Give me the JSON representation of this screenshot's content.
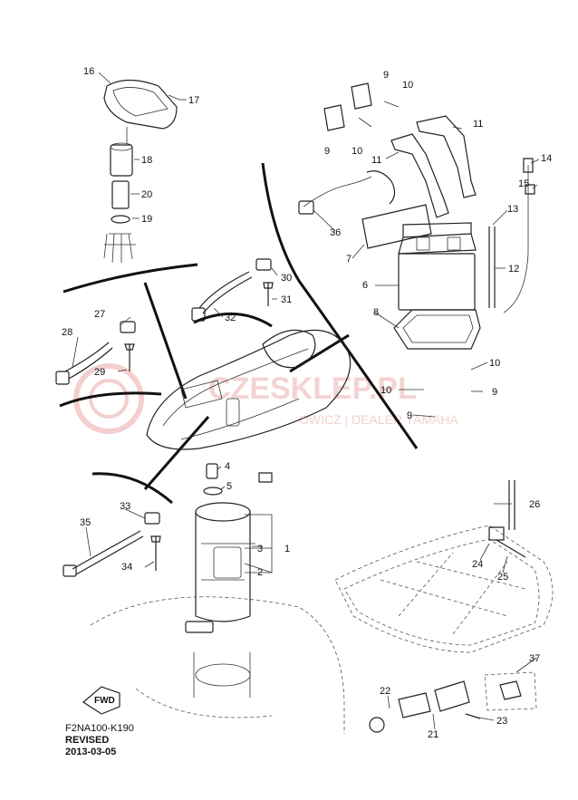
{
  "watermark": {
    "brand": "CZESKLEP.PL",
    "tagline": "OWICZ | DEALER YAMAHA",
    "color": "#e07070"
  },
  "fwd_badge": "FWD",
  "footer": {
    "code": "F2NA100-K190",
    "revised": "REVISED",
    "date": "2013-03-05"
  },
  "callouts": {
    "c1": "1",
    "c2": "2",
    "c3": "3",
    "c4": "4",
    "c5": "5",
    "c6": "6",
    "c7": "7",
    "c8": "8",
    "c9a": "9",
    "c9b": "9",
    "c9c": "9",
    "c9d": "9",
    "c10a": "10",
    "c10b": "10",
    "c10c": "10",
    "c10d": "10",
    "c11a": "11",
    "c11b": "11",
    "c12": "12",
    "c13": "13",
    "c14": "14",
    "c15": "15",
    "c16": "16",
    "c17": "17",
    "c18": "18",
    "c19": "19",
    "c20": "20",
    "c21": "21",
    "c22": "22",
    "c23": "23",
    "c24": "24",
    "c25": "25",
    "c26": "26",
    "c27": "27",
    "c28": "28",
    "c29": "29",
    "c30": "30",
    "c31": "31",
    "c32": "32",
    "c33": "33",
    "c34": "34",
    "c35": "35",
    "c36": "36",
    "c37": "37"
  }
}
